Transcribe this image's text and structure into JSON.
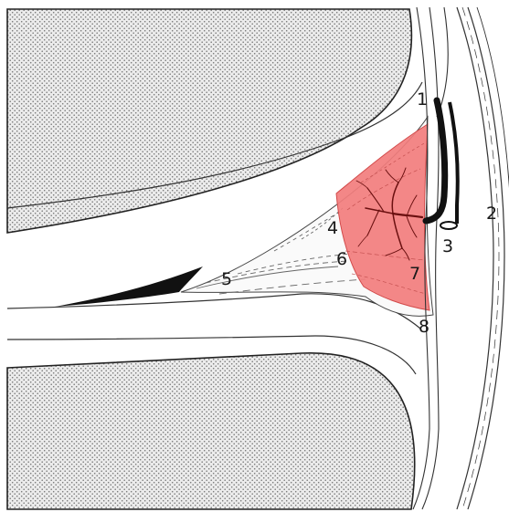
{
  "figure": {
    "labels": [
      {
        "id": "1",
        "text": "1"
      },
      {
        "id": "2",
        "text": "2"
      },
      {
        "id": "3",
        "text": "3"
      },
      {
        "id": "4",
        "text": "4"
      },
      {
        "id": "5",
        "text": "5"
      },
      {
        "id": "6",
        "text": "6"
      },
      {
        "id": "7",
        "text": "7"
      },
      {
        "id": "8",
        "text": "8"
      }
    ]
  },
  "colors": {
    "highlight": "#f27d7d",
    "vessel": "#6b1010",
    "ink": "#1a1a1a",
    "stipple_fill": "#dcdcdc",
    "background": "#ffffff"
  }
}
